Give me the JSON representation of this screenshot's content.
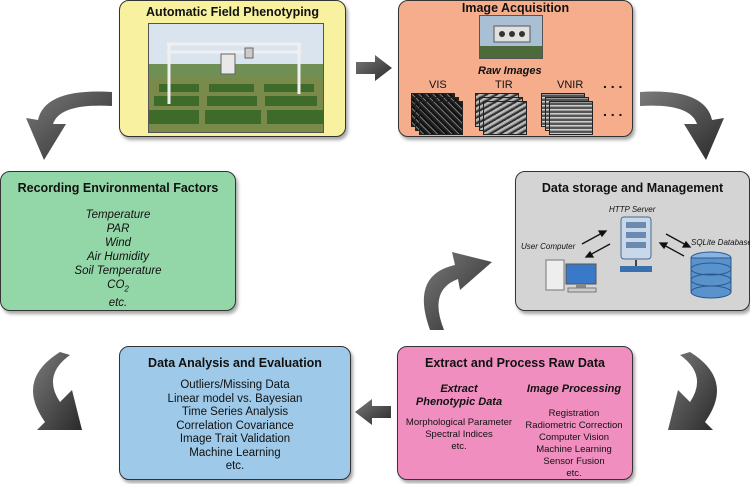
{
  "boxes": {
    "field": {
      "title": "Automatic Field Phenotyping"
    },
    "acquisition": {
      "title": "Image Acquisition",
      "raw_images": "Raw Images",
      "bands": [
        "VIS",
        "TIR",
        "VNIR"
      ],
      "more_h": ". . .",
      "more_v": ". . ."
    },
    "environment": {
      "title": "Recording Environmental Factors",
      "items": [
        "Temperature",
        "PAR",
        "Wind",
        "Air Humidity",
        "Soil Temperature"
      ],
      "co2_main": "CO",
      "co2_sub": "2",
      "etc": "etc."
    },
    "storage": {
      "title": "Data storage and Management",
      "http_server": "HTTP Server",
      "user_computer": "User Computer",
      "sqlite": "SQLite Database"
    },
    "analysis": {
      "title": "Data Analysis and Evaluation",
      "items": [
        "Outliers/Missing Data",
        "Linear model vs. Bayesian",
        "Time Series Analysis",
        "Correlation Covariance",
        "Image Trait Validation",
        "Machine Learning",
        "etc."
      ]
    },
    "extract": {
      "title": "Extract and Process Raw Data",
      "left_heading": [
        "Extract",
        "Phenotypic Data"
      ],
      "left_items": [
        "Morphological Parameter",
        "Spectral Indices",
        "etc."
      ],
      "right_heading": "Image Processing",
      "right_items": [
        "Registration",
        "Radiometric Correction",
        "Computer Vision",
        "Machine Learning",
        "Sensor Fusion",
        "etc."
      ]
    }
  },
  "colors": {
    "field": "#f8f1a0",
    "acquisition": "#f6ad8c",
    "environment": "#93d6a8",
    "storage": "#d4d4d4",
    "analysis": "#9ec9e8",
    "extract": "#f08fbf",
    "arrow": "#3c3c3c"
  }
}
